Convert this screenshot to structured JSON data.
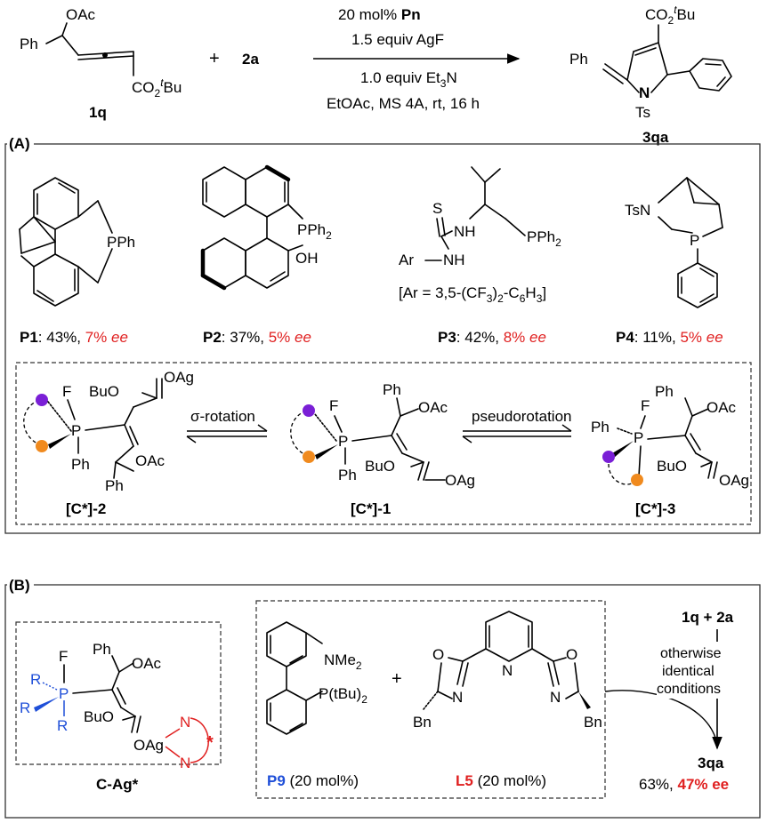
{
  "scheme": {
    "substrate_label": "1q",
    "reagent_label": "2a",
    "plus": "+",
    "product_label": "3qa",
    "conditions_above": [
      "20 mol% Pn",
      "1.5 equiv AgF"
    ],
    "conditions_below": [
      "1.0 equiv Et3N",
      "EtOAc, MS 4A, rt, 16 h"
    ],
    "substrate_groups": {
      "ph": "Ph",
      "oac": "OAc",
      "ester": "CO2tBu"
    },
    "product_groups": {
      "ph": "Ph",
      "ester": "CO2tBu",
      "n": "N",
      "ts": "Ts"
    }
  },
  "panel_a": {
    "label": "(A)",
    "catalysts": [
      {
        "id": "P1",
        "yield": "43%",
        "ee": "7% ee",
        "p_label": "PPh"
      },
      {
        "id": "P2",
        "yield": "37%",
        "ee": "5% ee",
        "p_label": "PPh2",
        "oh": "OH"
      },
      {
        "id": "P3",
        "yield": "42%",
        "ee": "8% ee",
        "p_label": "PPh2",
        "s": "S",
        "nh1": "NH",
        "nh2": "NH",
        "ar": "Ar",
        "ar_def": "[Ar = 3,5-(CF3)2-C6H3]"
      },
      {
        "id": "P4",
        "yield": "11%",
        "ee": "5% ee",
        "tsn": "TsN",
        "p": "P"
      }
    ],
    "intermediates": [
      {
        "label": "[C*]-2"
      },
      {
        "label": "[C*]-1"
      },
      {
        "label": "[C*]-3"
      }
    ],
    "arrow_labels": [
      "σ-rotation",
      "pseudorotation"
    ]
  },
  "panel_b": {
    "label": "(B)",
    "complex_label": "C-Ag*",
    "complex_groups": {
      "r": "R",
      "f": "F",
      "p": "P",
      "ph": "Ph",
      "oac": "OAc",
      "buo": "BuO",
      "oag": "OAg",
      "n": "N",
      "star": "*"
    },
    "p9": {
      "id": "P9",
      "loading": "(20 mol%)",
      "nme2": "NMe2",
      "pt": "P(tBu)2"
    },
    "l5": {
      "id": "L5",
      "loading": "(20 mol%)",
      "o": "O",
      "n": "N",
      "bn": "Bn"
    },
    "plus": "+",
    "reactants": "1q + 2a",
    "arrow_text": [
      "otherwise",
      "identical",
      "conditions"
    ],
    "product": "3qa",
    "result_yield": "63%,",
    "result_ee": "47% ee"
  },
  "colors": {
    "red": "#e02020",
    "blue": "#1f4fd8",
    "purple": "#7a1fd6",
    "orange": "#f08a1e"
  }
}
